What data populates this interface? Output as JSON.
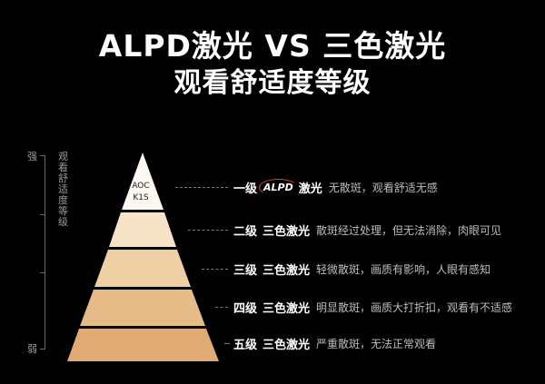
{
  "title": {
    "line1": "ALPD激光 VS 三色激光",
    "line2": "观看舒适度等级"
  },
  "scale": {
    "top_label": "强",
    "bottom_label": "弱",
    "axis_label": "观看舒适度等级"
  },
  "apex": {
    "line1": "AOC",
    "line2": "K1S"
  },
  "colors": {
    "background": "#000000",
    "tier1": "#fbf7f1",
    "tier2": "#f6e3c8",
    "tier3": "#efcfa4",
    "tier4": "#e7bb88",
    "tier5": "#dfaa74",
    "logo_accent": "#e2401f"
  },
  "levels": [
    {
      "name": "一级",
      "logo": "ALPD",
      "tech": "激光",
      "desc": "无散斑，观看舒适无感"
    },
    {
      "name": "二级",
      "tech": "三色激光",
      "desc": "散斑经过处理，但无法消除，肉眼可见"
    },
    {
      "name": "三级",
      "tech": "三色激光",
      "desc": "轻微散斑，画质有影响，人眼有感知"
    },
    {
      "name": "四级",
      "tech": "三色激光",
      "desc": "明显散斑，画质大打折扣，观看有不适感"
    },
    {
      "name": "五级",
      "tech": "三色激光",
      "desc": "严重散斑，无法正常观看"
    }
  ]
}
